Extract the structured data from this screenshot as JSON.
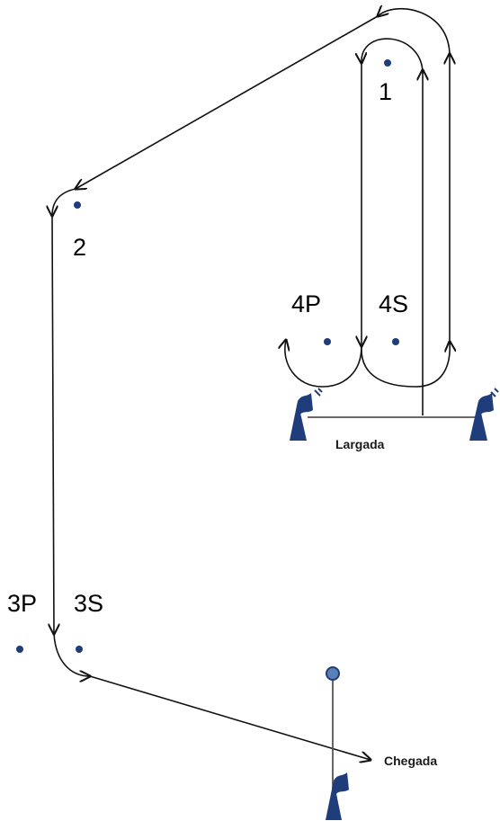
{
  "marks": {
    "m1": "1",
    "m2": "2",
    "m3p": "3P",
    "m3s": "3S",
    "m4p": "4P",
    "m4s": "4S"
  },
  "lines": {
    "start": "Largada",
    "finish": "Chegada"
  },
  "colors": {
    "buoy": "#1f3d7a",
    "track": "#111111",
    "finish_buoy": "#5b7fb8"
  }
}
